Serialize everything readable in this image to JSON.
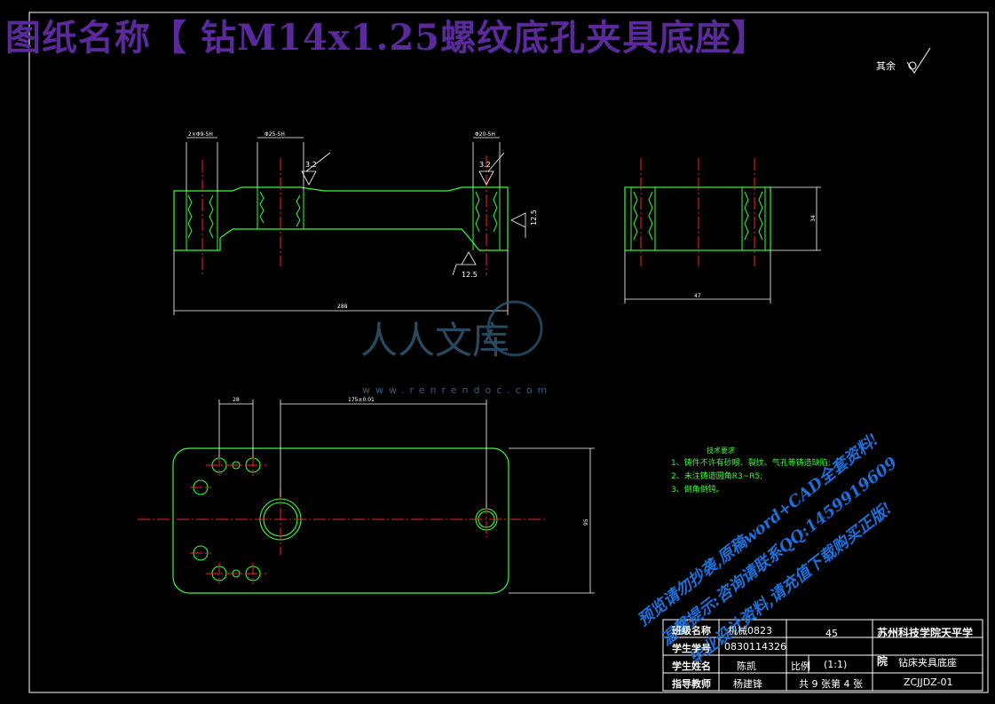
{
  "title": "图纸名称【 钻M14x1.25螺纹底孔夹具底座】",
  "roughness": {
    "label": "其余"
  },
  "dimensions": {
    "hole_left": "2×Φ9-5H",
    "hole_center": "Φ25-5H",
    "hole_right": "Φ20-5H",
    "roughness_left": "3.2",
    "roughness_right": "3.2",
    "roughness_side": "12.5",
    "roughness_bottom": "12.5",
    "length_front": "288",
    "width_side": "47",
    "height_side": "34",
    "top_pitch": "28",
    "top_distance": "175±0.01",
    "top_width": "95"
  },
  "notes": {
    "title": "技术要求",
    "items": [
      "1、铸件不许有砂眼、裂纹、气孔等铸造缺陷;",
      "2、未注铸造圆角R3~R5;",
      "3、倒角倒钝。"
    ]
  },
  "watermark": {
    "brand": "人人文库",
    "site": "www.renrendoc.com",
    "promo": [
      "预览请勿抄袭,原稿word+CAD全套资料!",
      "温馨提示:咨询请联系QQ:1459919609",
      "毕业设计资料,请充值下载购买正版!"
    ]
  },
  "titleblock": {
    "class_label": "班级名称",
    "class_value": "机械0823",
    "id_label": "学生学号",
    "id_value": "0830114326",
    "name_label": "学生姓名",
    "name_value": "陈凯",
    "teacher_label": "指导教师",
    "teacher_value": "杨建锋",
    "material": "45",
    "scale_label": "比例",
    "scale_value": "(1:1)",
    "sheets": "共 9 张第 4 张",
    "school_line1": "苏州科技学院天平学",
    "school_line2": "院",
    "part_name": "钻床夹具底座",
    "drawing_no": "ZCJJDZ-01"
  },
  "colors": {
    "part": "#33ff33",
    "center": "#ff2020",
    "dim": "#ffffff",
    "title": "#5a2a9a",
    "promo": "#1e6fd8"
  }
}
